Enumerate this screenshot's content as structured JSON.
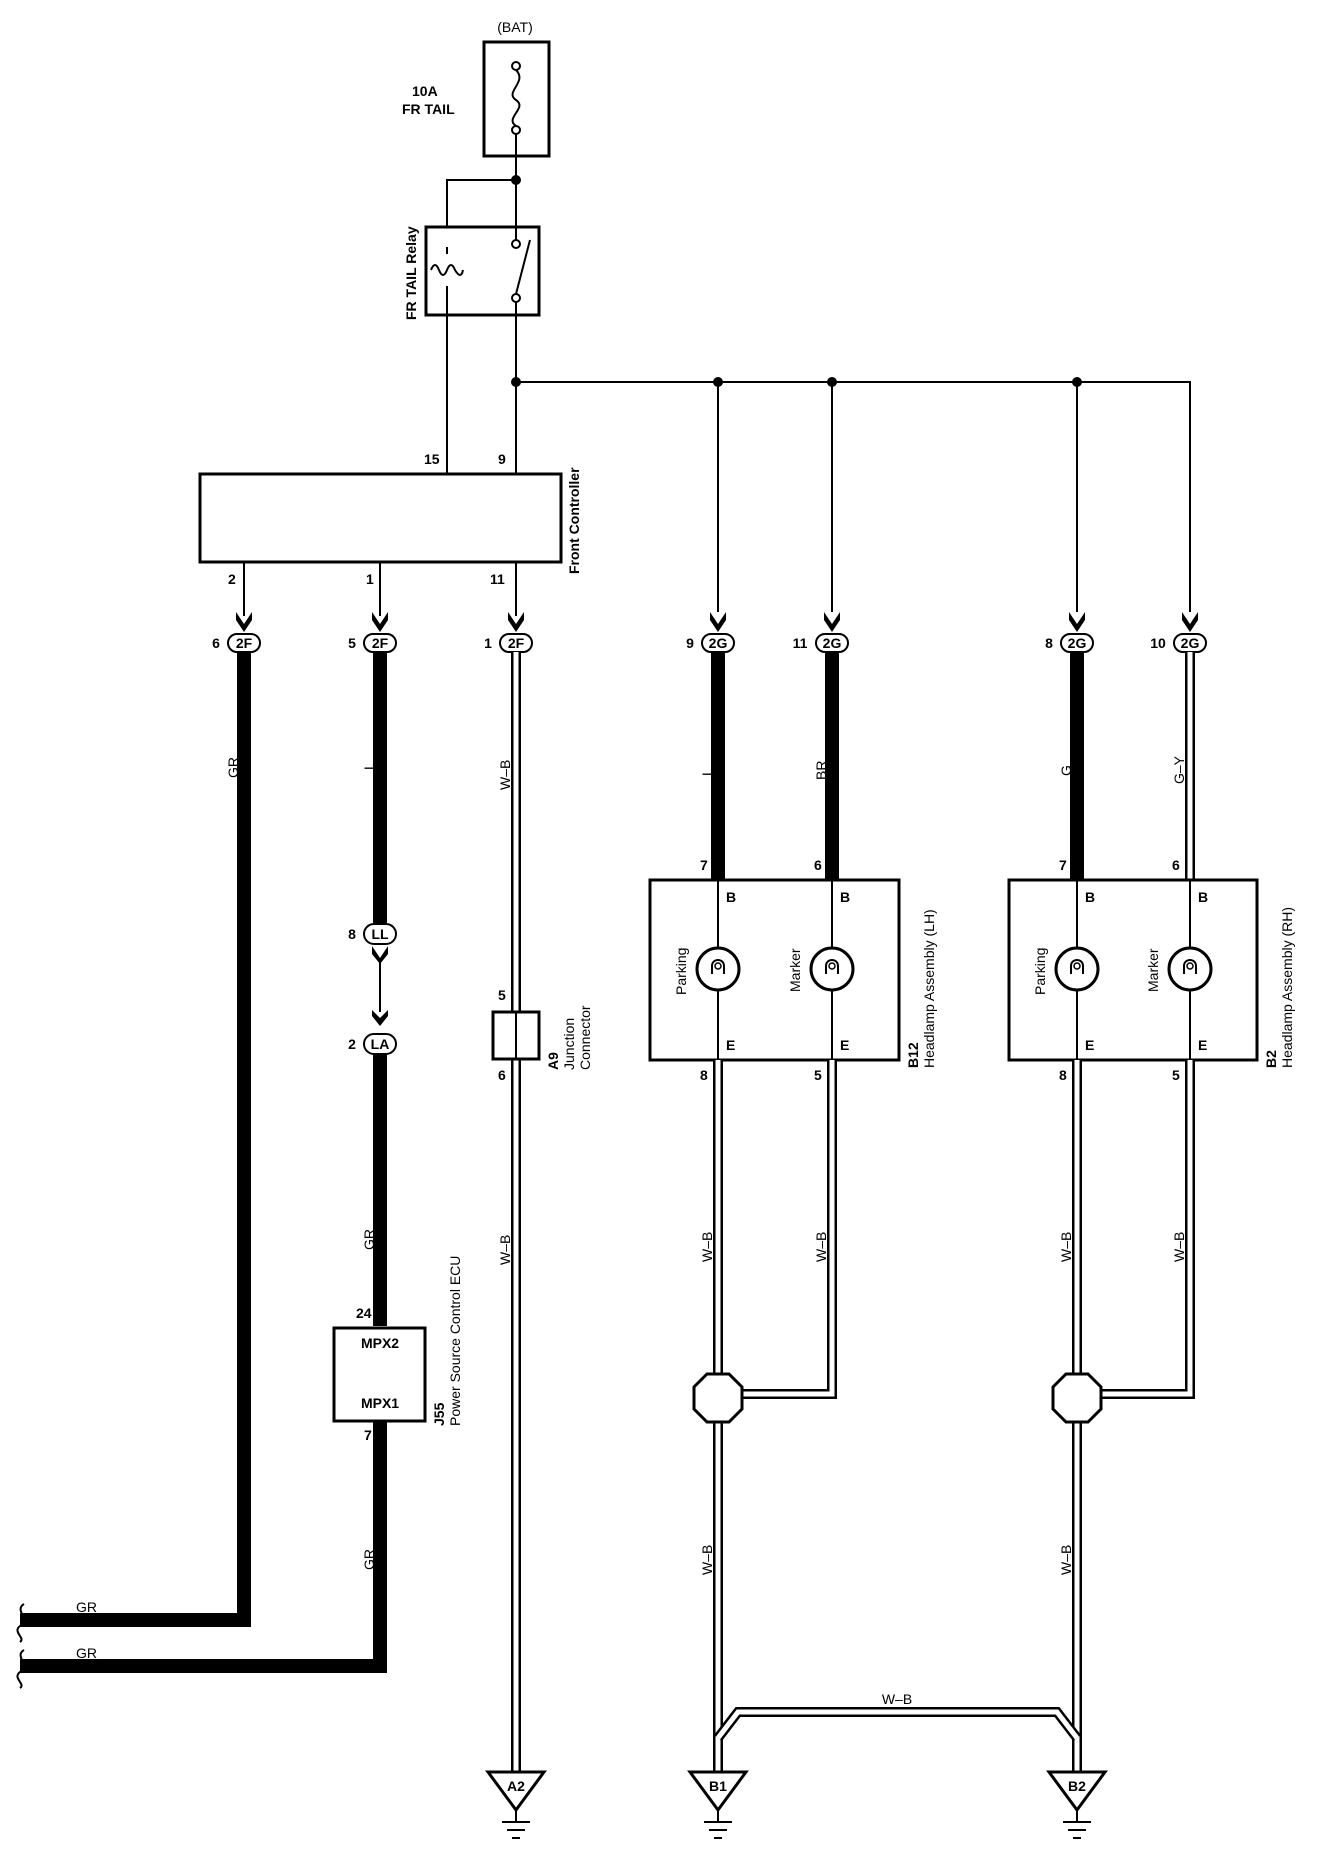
{
  "fuse": {
    "source": "(BAT)",
    "rating": "10A",
    "name": "FR TAIL"
  },
  "relay": {
    "name": "FR TAIL Relay"
  },
  "front_controller": {
    "name": "Front Controller",
    "pin_15": "15",
    "pin_9": "9",
    "pin_2": "2",
    "pin_1": "1",
    "pin_11": "11"
  },
  "connectors_2f": [
    {
      "pin": "6",
      "id": "2F",
      "wire": "GR"
    },
    {
      "pin": "5",
      "id": "2F",
      "wire": "L"
    },
    {
      "pin": "1",
      "id": "2F",
      "wire": "W–B"
    }
  ],
  "connectors_2g": [
    {
      "pin": "9",
      "id": "2G",
      "wire": "L"
    },
    {
      "pin": "11",
      "id": "2G",
      "wire": "BR"
    },
    {
      "pin": "8",
      "id": "2G",
      "wire": "G"
    },
    {
      "pin": "10",
      "id": "2G",
      "wire": "G–Y"
    }
  ],
  "ll_connector": {
    "pin": "8",
    "id": "LL"
  },
  "la_connector": {
    "pin": "2",
    "id": "LA"
  },
  "junction": {
    "code": "A9",
    "line1": "Junction",
    "line2": "Connector",
    "pin_top": "5",
    "pin_bottom": "6",
    "wire_below": "W–B"
  },
  "ecu": {
    "code": "J55",
    "name": "Power Source Control ECU",
    "terminal_top": "MPX2",
    "terminal_bottom": "MPX1",
    "pin_top": "24",
    "pin_bottom": "7",
    "wire_top": "GR",
    "wire_bottom": "GR"
  },
  "headlamp_lh": {
    "code": "B12",
    "name": "Headlamp Assembly (LH)",
    "lamp1": "Parking",
    "lamp2": "Marker",
    "pin_p_top": "7",
    "pin_m_top": "6",
    "pin_p_bottom": "8",
    "pin_m_bottom": "5",
    "term_b": "B",
    "term_e": "E",
    "wire_p": "W–B",
    "wire_m": "W–B",
    "wire_ground": "W–B"
  },
  "headlamp_rh": {
    "code": "B2",
    "name": "Headlamp Assembly (RH)",
    "lamp1": "Parking",
    "lamp2": "Marker",
    "pin_p_top": "7",
    "pin_m_top": "6",
    "pin_p_bottom": "8",
    "pin_m_bottom": "5",
    "term_b": "B",
    "term_e": "E",
    "wire_p": "W–B",
    "wire_m": "W–B",
    "wire_ground": "W–B"
  },
  "cross_wire": "W–B",
  "left_wires": [
    "GR",
    "GR"
  ],
  "grounds": [
    "A2",
    "B1",
    "B2"
  ]
}
